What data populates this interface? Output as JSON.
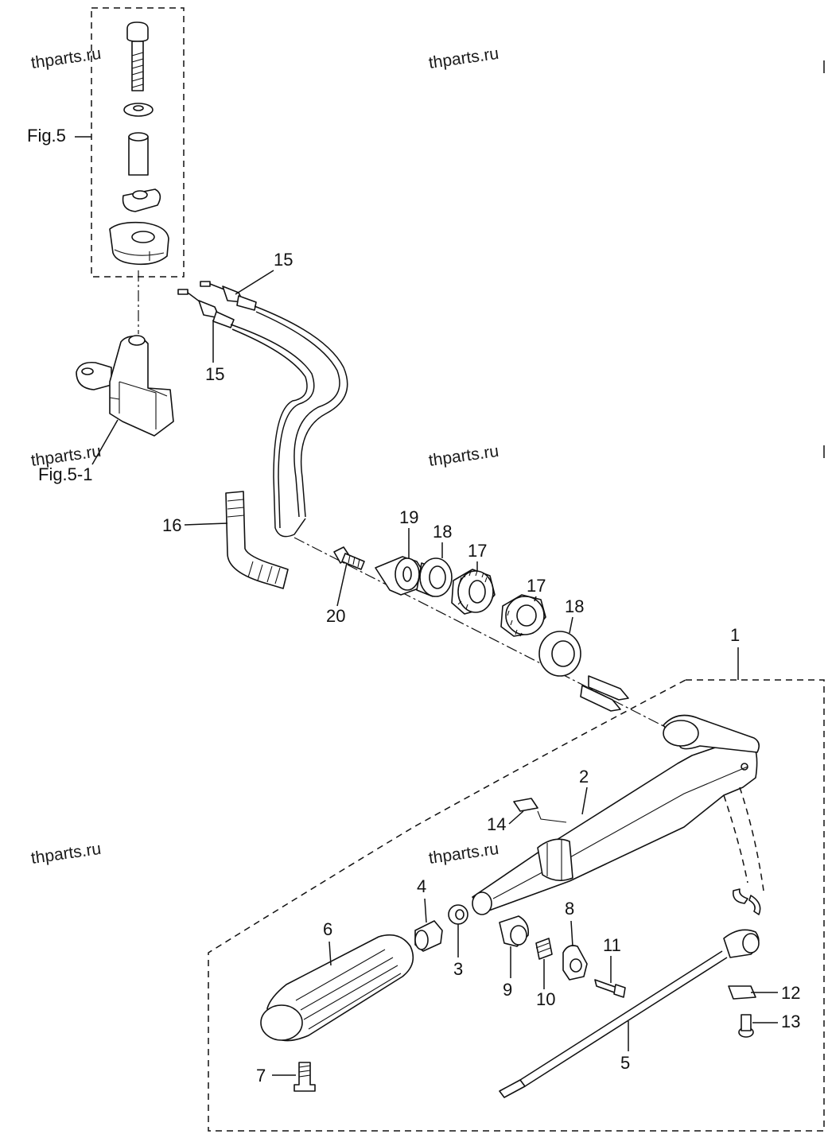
{
  "watermarks": [
    "thparts.ru",
    "thparts.ru",
    "thparts.ru",
    "thparts.ru",
    "thparts.ru",
    "thparts.ru"
  ],
  "references": {
    "fig5": "Fig.5",
    "fig5_1": "Fig.5-1"
  },
  "callouts": {
    "p1": "1",
    "p2": "2",
    "p3": "3",
    "p4": "4",
    "p5": "5",
    "p6": "6",
    "p7": "7",
    "p8": "8",
    "p9": "9",
    "p10": "10",
    "p11": "11",
    "p12": "12",
    "p13": "13",
    "p14": "14",
    "p15a": "15",
    "p15b": "15",
    "p16": "16",
    "p17a": "17",
    "p17b": "17",
    "p18a": "18",
    "p18b": "18",
    "p19": "19",
    "p20": "20"
  }
}
